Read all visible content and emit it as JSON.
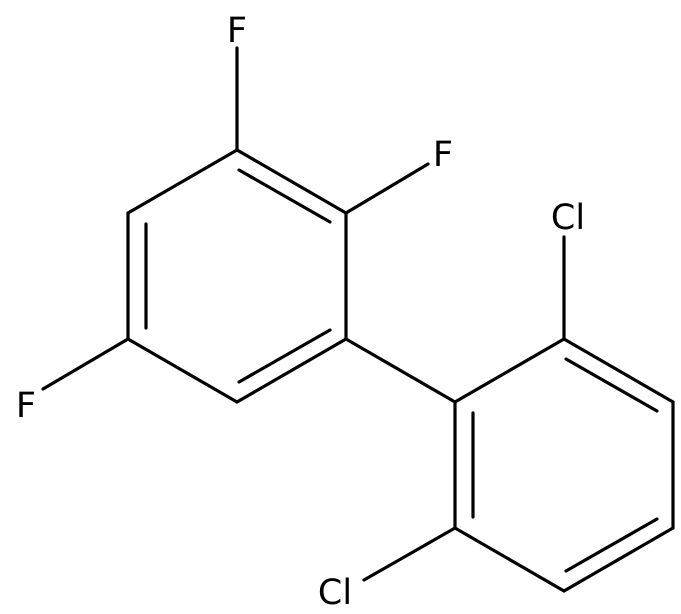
{
  "atoms": {
    "f_top": "F",
    "f_ortho": "F",
    "f_left": "F",
    "cl_top": "Cl",
    "cl_bottom": "Cl"
  }
}
